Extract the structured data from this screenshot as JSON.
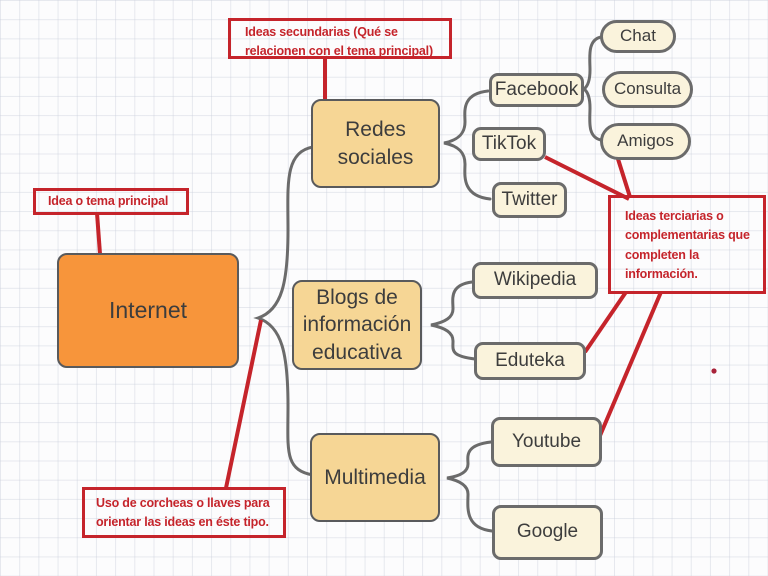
{
  "diagram": {
    "type": "mind-map",
    "root": {
      "label": "Internet"
    },
    "branches": [
      {
        "label": "Redes sociales"
      },
      {
        "label": "Blogs de información educativa"
      },
      {
        "label": "Multimedia"
      }
    ],
    "leaves": [
      {
        "label": "Facebook"
      },
      {
        "label": "TikTok"
      },
      {
        "label": "Twitter"
      },
      {
        "label": "Chat"
      },
      {
        "label": "Consulta"
      },
      {
        "label": "Amigos"
      },
      {
        "label": "Wikipedia"
      },
      {
        "label": "Eduteka"
      },
      {
        "label": "Youtube"
      },
      {
        "label": "Google"
      }
    ],
    "annotations": {
      "main_idea": {
        "text": "Idea o tema principal"
      },
      "secondary_ideas": {
        "text": "Ideas secundarias (Qué se relacionen con el tema principal)"
      },
      "tertiary_ideas": {
        "text": "Ideas terciarias o complementarias que completen la información."
      },
      "braces_note": {
        "text": "Uso de corcheas o llaves para orientar las ideas en éste tipo."
      }
    },
    "colors": {
      "root_fill": "#f7953b",
      "branch_fill": "#f6d695",
      "leaf_fill": "#faf3dc",
      "node_border": "#6b6b6b",
      "node_text": "#3d3d3d",
      "annotation_red": "#c5242b",
      "grid_line": "#e8eaf0",
      "background": "#fcfcfd"
    }
  }
}
